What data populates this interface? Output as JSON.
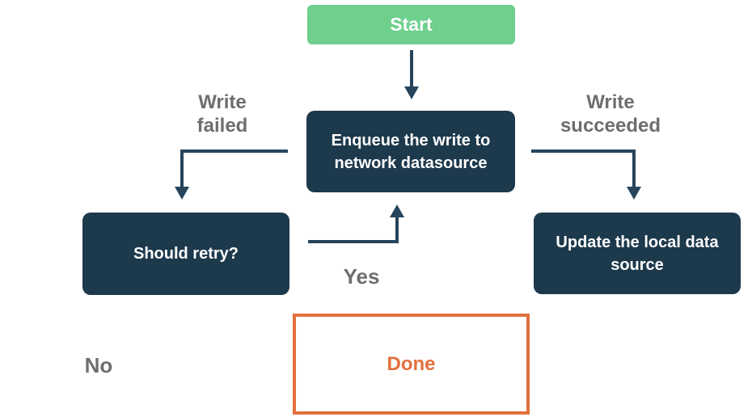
{
  "diagram": {
    "nodes": {
      "start": {
        "label": "Start"
      },
      "enqueue": {
        "label": "Enqueue the write to\nnetwork datasource"
      },
      "should_retry": {
        "label": "Should retry?"
      },
      "update_local": {
        "label": "Update the local data\nsource"
      },
      "done": {
        "label": "Done"
      }
    },
    "edge_labels": {
      "write_failed": "Write failed",
      "write_succeeded": "Write succeeded",
      "yes": "Yes",
      "no": "No"
    },
    "colors": {
      "start_fill": "#6FD08E",
      "node_fill": "#1D394C",
      "node_text": "#FFFFFF",
      "arrow": "#26455C",
      "edge_label_text": "#6E6E6E",
      "done_accent": "#E2703D",
      "background": "#FFFFFF"
    }
  }
}
